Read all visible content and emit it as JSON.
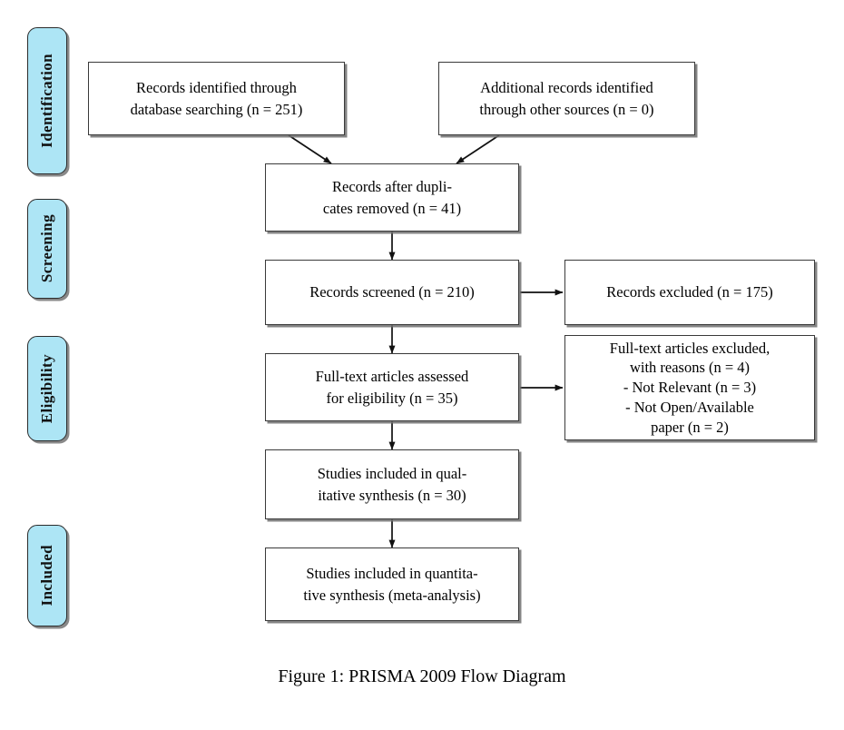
{
  "figure": {
    "caption": "Figure 1: PRISMA 2009 Flow Diagram",
    "accent_color": "#ade5f5",
    "box_border_color": "#3a3a3a",
    "background_color": "#ffffff"
  },
  "stages": [
    {
      "id": "identification",
      "label": "Identification"
    },
    {
      "id": "screening",
      "label": "Screening"
    },
    {
      "id": "eligibility",
      "label": "Eligibility"
    },
    {
      "id": "included",
      "label": "Included"
    }
  ],
  "boxes": {
    "records_database": {
      "text": "Records identified through\ndatabase searching (n = 251)",
      "n": 251
    },
    "records_other_sources": {
      "text": "Additional records identified\nthrough other sources (n = 0)",
      "n": 0
    },
    "duplicates_removed": {
      "text": "Records after dupli-\ncates removed (n = 41)",
      "n": 41
    },
    "records_screened": {
      "text": "Records screened (n = 210)",
      "n": 210
    },
    "records_excluded": {
      "text": "Records excluded (n = 175)",
      "n": 175
    },
    "fulltext_assessed": {
      "text": "Full-text articles assessed\nfor eligibility (n = 35)",
      "n": 35
    },
    "fulltext_excluded": {
      "text": "Full-text articles excluded,\nwith reasons (n = 4)\n- Not Relevant (n = 3)\n- Not Open/Available\npaper (n = 2)",
      "n": 4,
      "reasons": [
        {
          "label": "Not Relevant",
          "n": 3
        },
        {
          "label": "Not Open/Available paper",
          "n": 2
        }
      ]
    },
    "qualitative_synthesis": {
      "text": "Studies included in qual-\nitative synthesis (n = 30)",
      "n": 30
    },
    "quantitative_synthesis": {
      "text": "Studies included in quantita-\ntive synthesis (meta-analysis)",
      "n": null
    }
  }
}
